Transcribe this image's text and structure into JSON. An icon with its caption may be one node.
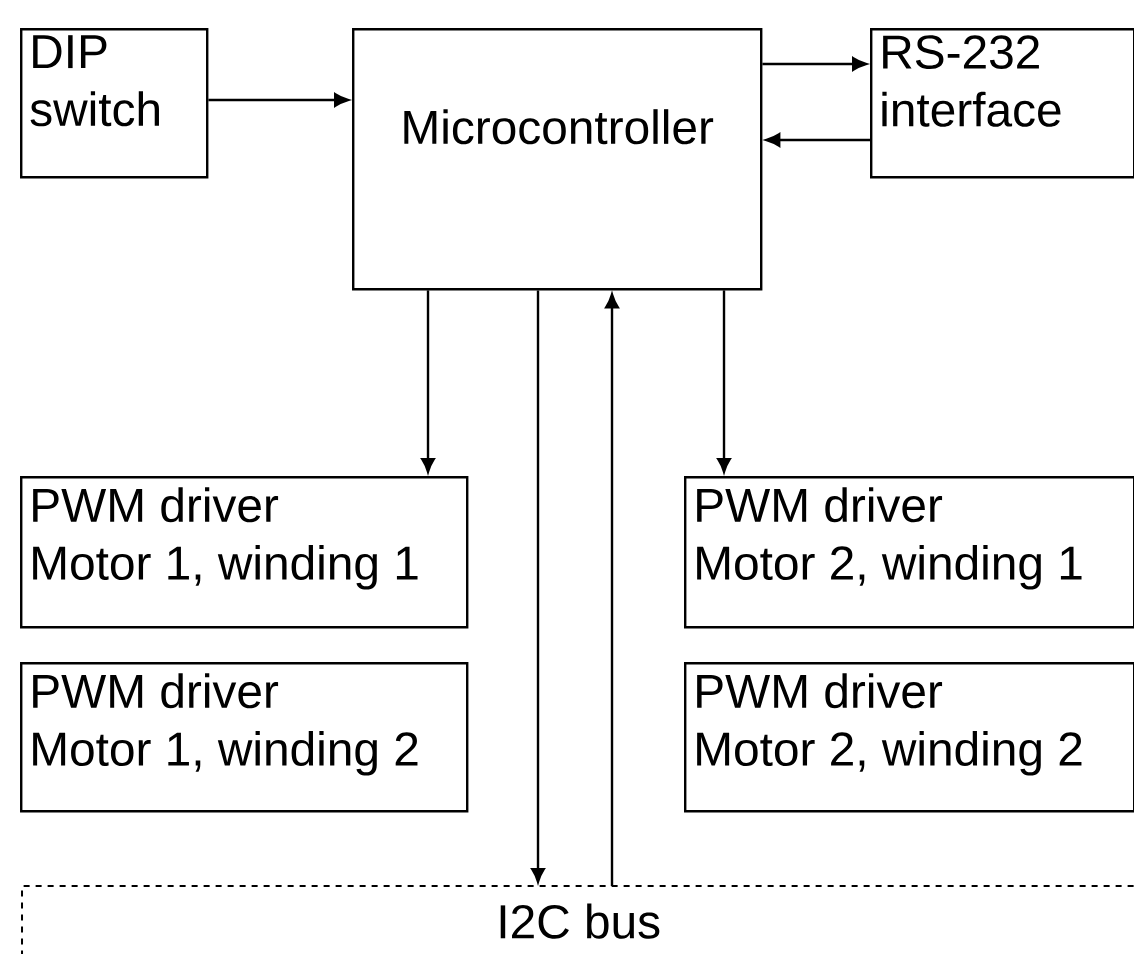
{
  "diagram": {
    "nodes": [
      {
        "text": [
          "DIP switch"
        ]
      },
      {
        "text": [
          "Microcontroller"
        ]
      },
      {
        "text": [
          "RS-232 interface"
        ]
      },
      {
        "text": [
          "PWM driver",
          "Motor 1, winding 1"
        ]
      },
      {
        "text": [
          "PWM driver",
          "Motor 2, winding 1"
        ]
      },
      {
        "text": [
          "PWM driver",
          "Motor 1, winding 2"
        ]
      },
      {
        "text": [
          "PWM driver",
          "Motor 2, winding 2"
        ]
      },
      {
        "text": [
          "I2C bus"
        ]
      }
    ],
    "edges": [
      {
        "from": 0,
        "to": 1,
        "arrow": "to"
      },
      {
        "from": 1,
        "to": 2,
        "arrow": "to"
      },
      {
        "from": 2,
        "to": 1,
        "arrow": "to"
      },
      {
        "from": 1,
        "to": 3,
        "arrow": "to"
      },
      {
        "from": 1,
        "to": 7,
        "arrow": "to"
      },
      {
        "from": 7,
        "to": 1,
        "arrow": "to"
      },
      {
        "from": 1,
        "to": 4,
        "arrow": "to"
      }
    ]
  }
}
